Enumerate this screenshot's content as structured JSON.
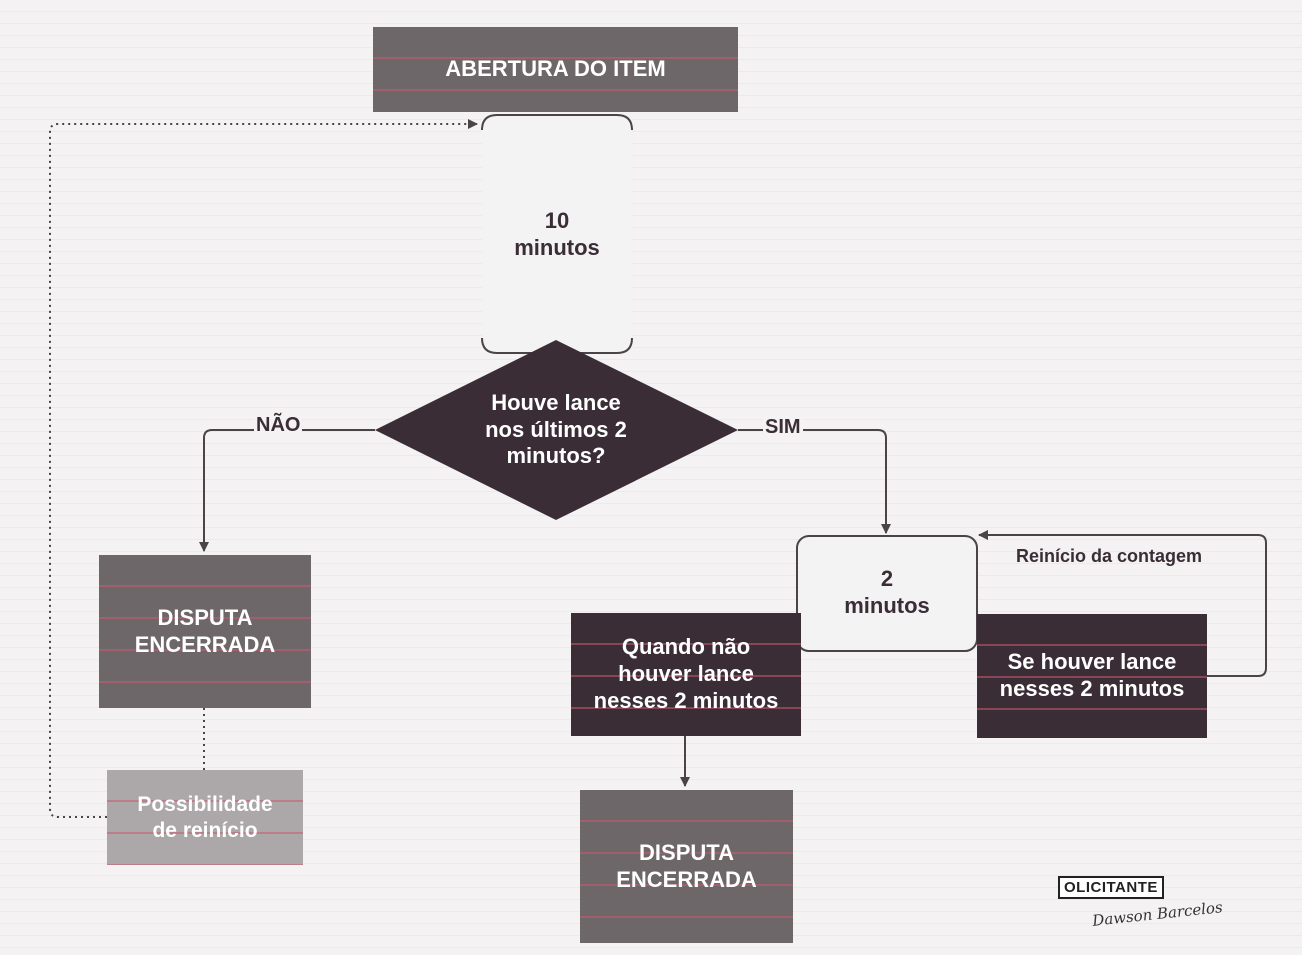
{
  "nodes": {
    "abertura": "ABERTURA DO ITEM",
    "dez_minutos": "10\nminutos",
    "decisao": "Houve lance\nnos últimos 2\nminutos?",
    "disputa_encerrada_esq": "DISPUTA\nENCERRADA",
    "possibilidade_reinicio": "Possibilidade\nde reinício",
    "dois_minutos": "2\nminutos",
    "quando_nao": "Quando não\nhouver lance\nnesses 2 minutos",
    "se_houver": "Se houver lance\nnesses 2 minutos",
    "disputa_encerrada_dir": "DISPUTA\nENCERRADA"
  },
  "edge_labels": {
    "nao": "NÃO",
    "sim": "SIM",
    "reinicio": "Reinício da contagem"
  },
  "logo": {
    "word": "OLICITANTE",
    "signature": "Dawson Barcelos"
  },
  "colors": {
    "dark": "#3a2d36",
    "medium_gray": "#6e6769",
    "light_gray": "#aca8aa",
    "white_box": "#f3f3f4",
    "line": "#4a4448"
  }
}
